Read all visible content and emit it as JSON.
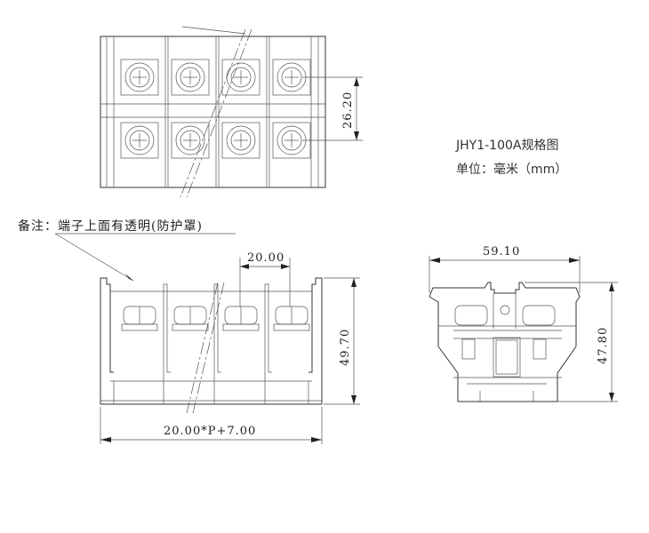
{
  "title": "JHY1-100A规格图",
  "unit": "单位：毫米（mm）",
  "note": "备注：端子上面有透明(防护罩)",
  "dimensions": {
    "top_pitch_vertical": "26.20",
    "front_pitch": "20.00",
    "front_height": "49.70",
    "front_length": "20.00*P+7.00",
    "side_width": "59.10",
    "side_height": "47.80"
  },
  "positions": 4,
  "line_color": "#333333"
}
